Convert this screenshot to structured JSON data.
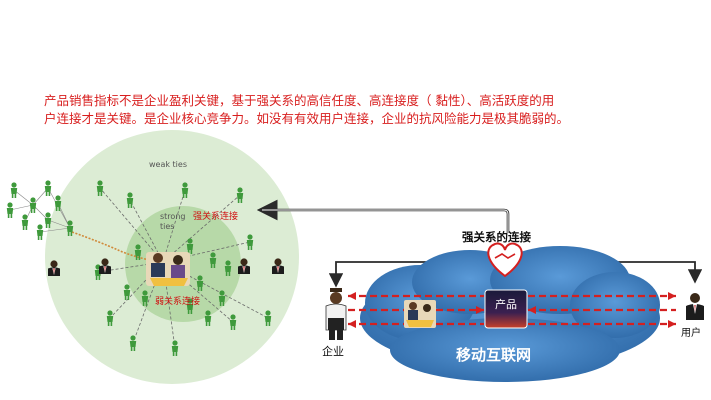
{
  "paragraph": {
    "line1": "产品销售指标不是企业盈利关键，基于强关系的高信任度、高连接度（ 黏性）、高活跃度的用",
    "line2": "户连接才是关键。是企业核心竞争力。如没有有效用户连接，企业的抗风险能力是极其脆弱的。"
  },
  "network": {
    "weak_ties": "weak ties",
    "strong_ties": "strong ties",
    "strong_connection": "强关系连接",
    "weak_connection": "弱关系连接"
  },
  "flow": {
    "title": "强关系的连接",
    "product": "产品",
    "cloud": "移动互联网",
    "enterprise": "企业",
    "user": "用户"
  },
  "colors": {
    "outer_circle": "#dcecd4",
    "inner_circle": "#b7d9a8",
    "person_green": "#3f9a3c",
    "arrow_red": "#d42020",
    "cloud_blue": "#4a88c8"
  }
}
